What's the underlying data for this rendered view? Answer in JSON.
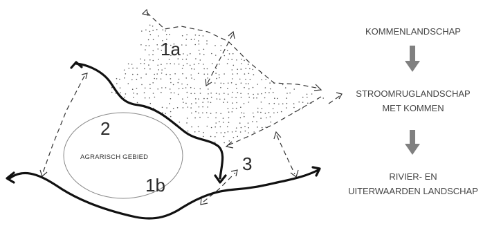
{
  "diagram": {
    "zones": {
      "zone_1a": "1a",
      "zone_1b": "1b",
      "zone_2": "2",
      "zone_3": "3"
    },
    "field": {
      "label": "AGRARISCH GEBIED"
    },
    "sequence": {
      "step1": "KOMMENLANDSCHAP",
      "step2_line1": "STROOMRUGLANDSCHAP",
      "step2_line2": "MET KOMMEN",
      "step3_line1": "RIVIER- EN",
      "step3_line2": "UITERWAARDEN LANDSCHAP",
      "arrow_color": "#808080"
    }
  }
}
